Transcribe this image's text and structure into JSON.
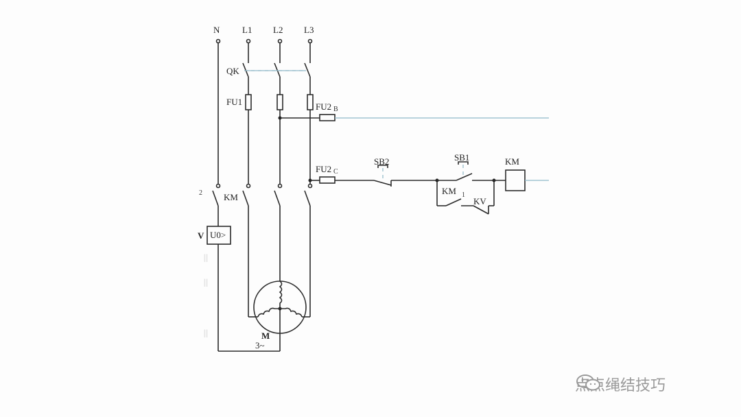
{
  "phases": [
    "N",
    "L1",
    "L2",
    "L3"
  ],
  "labels": {
    "qk": "QK",
    "fu1": "FU1",
    "fu2_top": "FU2",
    "fu2_top_sub": "B",
    "fu2_mid": "FU2",
    "fu2_mid_sub": "C",
    "km_main": "KM",
    "km_prefix": "2",
    "sb2": "SB2",
    "sb1": "SB1",
    "km_coil": "KM",
    "km_aux": "KM",
    "km_aux_sub": "1",
    "kv": "KV",
    "voltmeter_v": "V",
    "relay_text": "U0>",
    "motor_m": "M",
    "motor_phase": "3~"
  },
  "watermark": {
    "text": "点点绳结技巧",
    "icon": "wechat-icon"
  }
}
